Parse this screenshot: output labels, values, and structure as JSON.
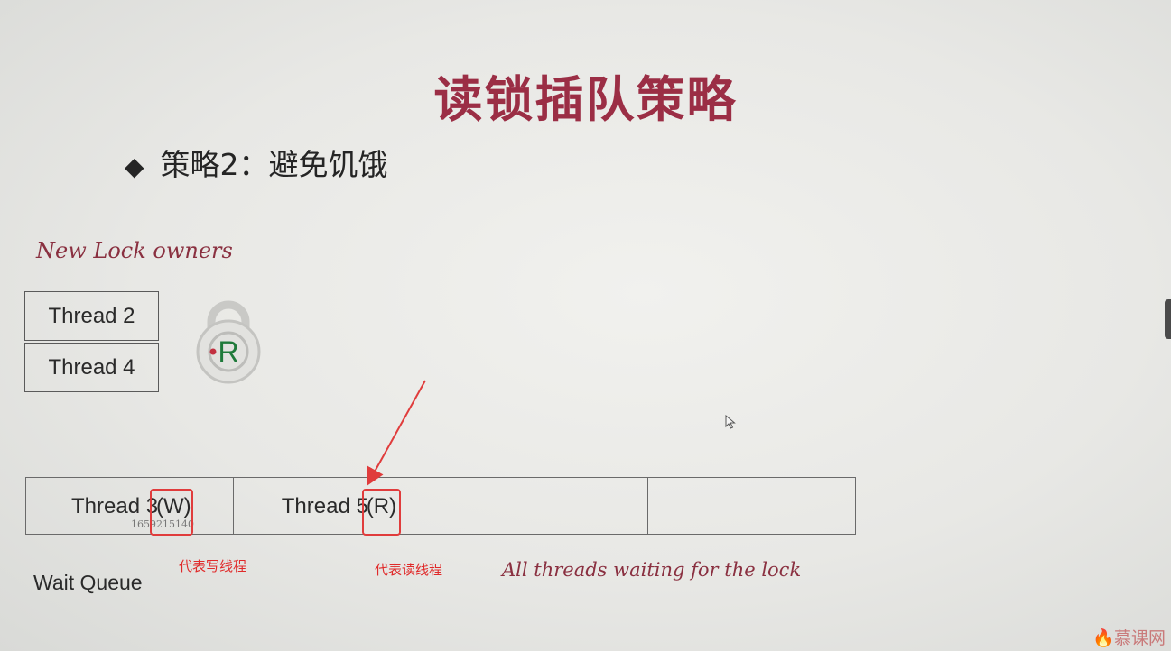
{
  "slide": {
    "title": "读锁插队策略",
    "bullet_symbol": "◆",
    "bullet_text": "策略2：避免饥饿"
  },
  "owners": {
    "label": "New Lock owners",
    "threads": [
      "Thread 2",
      "Thread 4"
    ],
    "lock_letter": "R"
  },
  "queue": {
    "cells": [
      {
        "name": "Thread 3",
        "mode": "(W)"
      },
      {
        "name": "Thread 5",
        "mode": "(R)"
      },
      {
        "name": "",
        "mode": ""
      },
      {
        "name": "",
        "mode": ""
      }
    ],
    "stamp": "1659215140",
    "label": "Wait Queue",
    "note": "All threads waiting for the lock"
  },
  "annotations": {
    "write_thread_note": "代表写线程",
    "read_thread_note": "代表读线程",
    "color": "#e03c3c"
  },
  "watermark": {
    "text": "慕课网"
  },
  "colors": {
    "title": "#9b2e45",
    "handwriting": "#8a3040",
    "lock_green": "#1f7a3a"
  }
}
